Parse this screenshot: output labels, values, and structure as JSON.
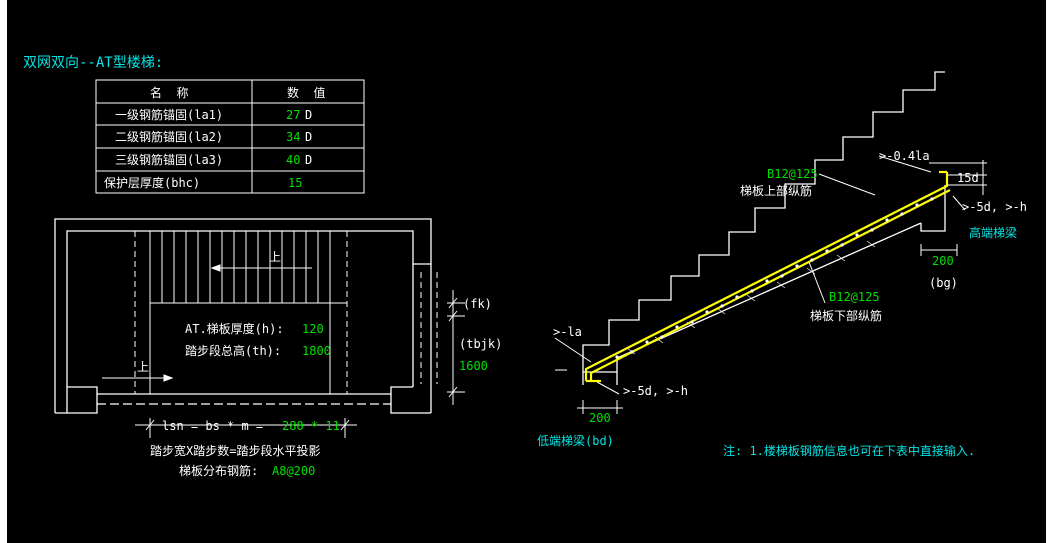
{
  "title": "双网双向--AT型楼梯:",
  "table": {
    "header_name": "名  称",
    "header_value": "数  值",
    "rows": [
      {
        "name": "一级钢筋锚固(la1)",
        "value": "27",
        "unit": "D"
      },
      {
        "name": "二级钢筋锚固(la2)",
        "value": "34",
        "unit": "D"
      },
      {
        "name": "三级钢筋锚固(la3)",
        "value": "40",
        "unit": "D"
      },
      {
        "name": "保护层厚度(bhc)",
        "value": "15",
        "unit": ""
      }
    ]
  },
  "plan": {
    "up1": "上",
    "up2": "上",
    "thickness_label": "AT.梯板厚度(h):",
    "thickness_value": "120",
    "height_label": "踏步段总高(th):",
    "height_value": "1800",
    "fk": "(fk)",
    "tbjk": "(tbjk)",
    "tbjk_value": "1600",
    "formula_prefix": "lsn = bs * m =",
    "formula_value": "280 * 11",
    "formula_caption": "踏步宽X踏步数=踏步段水平投影",
    "distribution_label": "梯板分布钢筋:",
    "distribution_value": "A8@200"
  },
  "section": {
    "top_dim": ">-0.4la",
    "top_bar": "B12@125",
    "top_bar_label": "梯板上部纵筋",
    "d15": "15d",
    "high_anchor": ">-5d, >-h",
    "high_beam": "高端梯梁",
    "high_width": "200",
    "bg": "(bg)",
    "bottom_bar": "B12@125",
    "bottom_bar_label": "梯板下部纵筋",
    "la_dim": ">-la",
    "low_anchor": ">-5d, >-h",
    "low_width": "200",
    "low_beam": "低端梯梁(bd)"
  },
  "note": "注: 1.楼梯板钢筋信息也可在下表中直接输入.",
  "colors": {
    "background": "#000000",
    "cyan": "#00e5e5",
    "green": "#00e000",
    "yellow": "#ffff00",
    "white": "#ffffff"
  }
}
